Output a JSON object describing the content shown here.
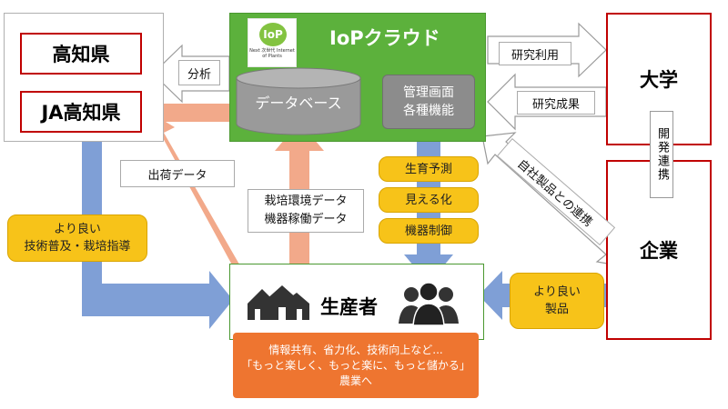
{
  "nodes": {
    "kochi_pref": "高知県",
    "ja_kochi": "JA高知県",
    "cloud_title": "IoPクラウド",
    "logo_badge": "IoP",
    "logo_caption": "Next 次世代 Internet of Plants",
    "database": "データベース",
    "mgmt_line1": "管理画面",
    "mgmt_line2": "各種機能",
    "university": "大学",
    "company": "企業",
    "producer": "生産者",
    "kaihatsu_renkei": "開発連携"
  },
  "labels": {
    "analysis": "分析",
    "research_use": "研究利用",
    "research_results": "研究成果",
    "shipping_data": "出荷データ",
    "env_data_line1": "栽培環境データ",
    "env_data_line2": "機器稼働データ",
    "collab": "自社製品との連携"
  },
  "yellow_boxes": {
    "guidance_line1": "より良い",
    "guidance_line2": "技術普及・栽培指導",
    "growth_pred": "生育予測",
    "visualize": "見える化",
    "device_ctrl": "機器制御",
    "better_line1": "より良い",
    "better_line2": "製品"
  },
  "footer": {
    "line1": "情報共有、省力化、技術向上など...",
    "line2": "「もっと楽しく、もっと楽に、もっと儲かる」",
    "line3": "農業へ"
  },
  "colors": {
    "cloud_green": "#5cb13c",
    "red_border": "#c00000",
    "blue_arrow": "#7f9fd6",
    "salmon_arrow": "#f2a98a",
    "yellow": "#f7c319",
    "orange": "#ee7530"
  }
}
